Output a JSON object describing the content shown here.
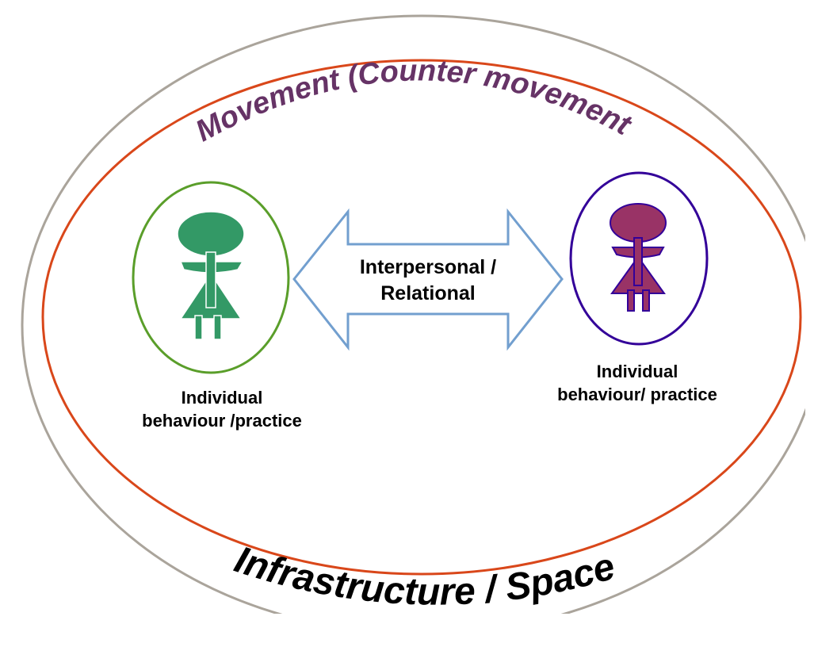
{
  "outer_label": "Infrastructure / Space",
  "inner_label": "Movement (Counter movement)",
  "arrow_label": [
    "Interpersonal /",
    "Relational"
  ],
  "left_person": {
    "label": [
      "Individual",
      "behaviour /practice"
    ],
    "color": "#339966",
    "ring_color": "#5a9e2a"
  },
  "right_person": {
    "label": [
      "Individual",
      "behaviour/ practice"
    ],
    "color": "#993366",
    "ring_color": "#330099"
  },
  "colors": {
    "outer_ring": "#aaa49b",
    "inner_ring": "#d9471a",
    "arrow": "#729fcf",
    "movement_text": "#663366",
    "infrastructure_text": "#000000"
  }
}
